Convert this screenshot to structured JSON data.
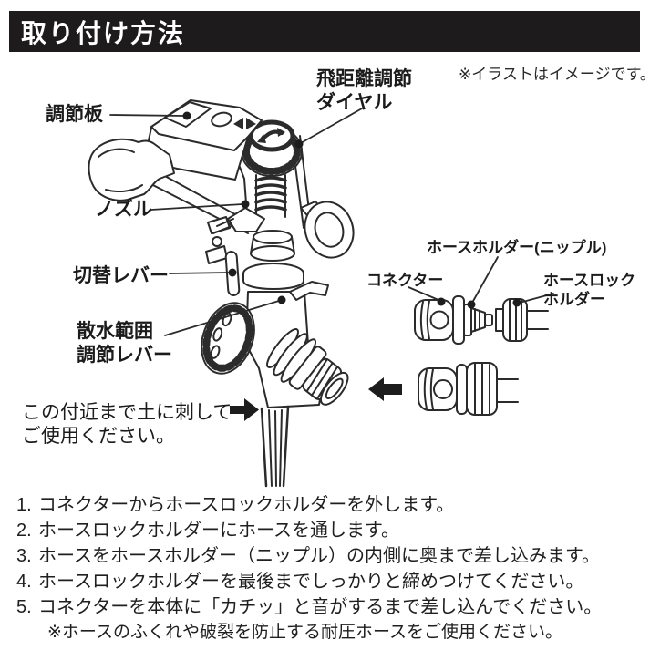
{
  "page": {
    "background": "#ffffff",
    "ink_color": "#262626"
  },
  "header": {
    "title": "取り付け方法",
    "bar_color": "#1d1b1b",
    "text_color": "#ffffff"
  },
  "top_note": "※イラストはイメージです。",
  "diagram": {
    "labels": {
      "adjust_plate": "調節板",
      "distance_dial": {
        "line1": "飛距離調節",
        "line2": "ダイヤル"
      },
      "nozzle": "ノズル",
      "switch_lever": "切替レバー",
      "spray_range_lever": {
        "line1": "散水範囲",
        "line2": "調節レバー"
      },
      "connector": "コネクター",
      "hose_holder_nipple": "ホースホルダー(ニップル)",
      "hose_lock_holder": {
        "line1": "ホースロック",
        "line2": "ホルダー"
      },
      "ground_note": {
        "line1": "この付近まで土に刺して",
        "line2": "ご使用ください。"
      }
    }
  },
  "instructions": {
    "items": [
      {
        "num": "1.",
        "text": "コネクターからホースロックホルダーを外します。"
      },
      {
        "num": "2.",
        "text": "ホースロックホルダーにホースを通します。"
      },
      {
        "num": "3.",
        "text": "ホースをホースホルダー（ニップル）の内側に奥まで差し込みます。"
      },
      {
        "num": "4.",
        "text": "ホースロックホルダーを最後までしっかりと締めつけてください。"
      },
      {
        "num": "5.",
        "text": "コネクターを本体に「カチッ」と音がするまで差し込んでください。"
      }
    ],
    "footnote": "※ホースのふくれや破裂を防止する耐圧ホースをご使用ください。"
  }
}
